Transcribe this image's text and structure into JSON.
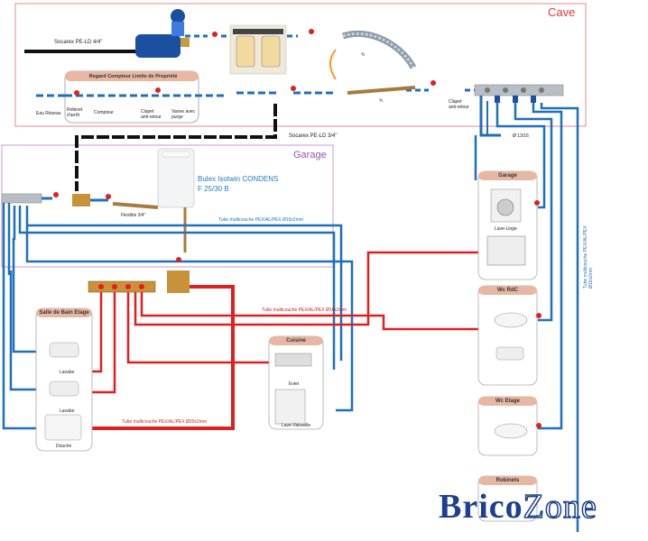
{
  "zones": {
    "cave": "Cave",
    "garage": "Garage"
  },
  "supply": {
    "socarex_top": "Socarex PE-LD 4/4\"",
    "socarex_mid": "Socarex PE-LD 3/4\"",
    "meter_box_title": "Regard Compteur Limite de Propriété",
    "eau_reseau": "Eau Réseau",
    "robinet_arret": "Robinet d'arrêt",
    "compteur": "Compteur",
    "clapet_1": "Clapet anti-retour",
    "vanne_purge": "Vanne avec purge",
    "flex_label_1": "¾",
    "flex_label_2": "¾",
    "clapet_2": "Clapet anti-retour",
    "diam_13_16": "Ø 13/16"
  },
  "boiler": {
    "name_line1": "Bulex Isotwin CONDENS",
    "name_line2": "F 25/30 B",
    "flexible": "Flexible 3/4\""
  },
  "pipes": {
    "blue_16": "Tube multicouche PEX/AL/PEX Ø16x2mm",
    "red_16": "Tube multicouche PEX/AL/PEX Ø16x2mm",
    "red_20": "Tube multicouche PEX/AL/PEX Ø20x2mm",
    "blue_16_vertical": "Tube multicouche PEX/AL/PEX Ø16x2mm"
  },
  "rooms": {
    "sdb": {
      "title": "Salle de Bain Etage",
      "lavabo1": "Lavabo",
      "lavabo2": "Lavabo",
      "douche": "Douche"
    },
    "cuisine": {
      "title": "Cuisine",
      "evier": "Evier",
      "lave_vaisselle": "Lave-Vaisselle"
    },
    "garage": {
      "title": "Garage",
      "lave_linge": "Lave-Linge"
    },
    "wc_rdc": {
      "title": "Wc RdC"
    },
    "wc_etage": {
      "title": "Wc Etage"
    },
    "robinets": {
      "title": "Robinets"
    }
  },
  "logo": {
    "brico": "Brico",
    "zone": "Zone"
  },
  "colors": {
    "cold": "#1f6fc0",
    "hot": "#e02020",
    "cave_border": "#e57373",
    "garage_border": "#c58fd0"
  }
}
